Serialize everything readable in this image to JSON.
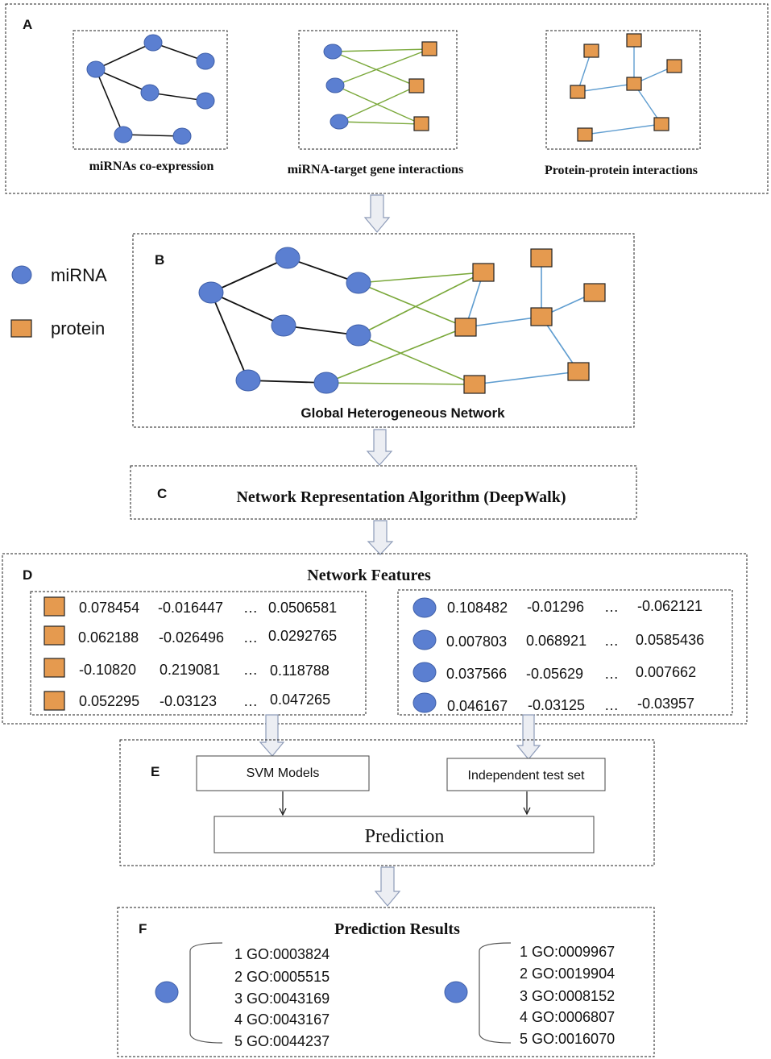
{
  "colors": {
    "mirna_fill": "#5b7fd1",
    "mirna_stroke": "#3f5fa8",
    "protein_fill": "#e59a4f",
    "protein_stroke": "#222222",
    "mirna_mirna_edge": "#111111",
    "mirna_protein_edge": "#7aa83a",
    "protein_protein_edge": "#5f9dd0",
    "arrow_fill": "#eceef3",
    "arrow_stroke": "#8d9bb8"
  },
  "legend": {
    "mirna_label": "miRNA",
    "protein_label": "protein"
  },
  "panelA": {
    "letter": "A",
    "sub1_caption": "miRNAs co-expression",
    "sub2_caption": "miRNA-target gene interactions",
    "sub3_caption": "Protein-protein interactions"
  },
  "panelB": {
    "letter": "B",
    "caption": "Global Heterogeneous Network"
  },
  "panelC": {
    "letter": "C",
    "title": "Network Representation Algorithm (DeepWalk)"
  },
  "panelD": {
    "letter": "D",
    "title": "Network Features",
    "protein_rows": [
      [
        "0.078454",
        "-0.016447",
        "…",
        "0.0506581"
      ],
      [
        "0.062188",
        "-0.026496",
        "…",
        "0.0292765"
      ],
      [
        "-0.10820",
        "0.219081",
        "…",
        "0.118788"
      ],
      [
        "0.052295",
        "-0.03123",
        "…",
        "0.047265"
      ]
    ],
    "mirna_rows": [
      [
        "0.108482",
        "-0.01296",
        "…",
        "-0.062121"
      ],
      [
        "0.007803",
        "0.068921",
        "…",
        "0.0585436"
      ],
      [
        "0.037566",
        "-0.05629",
        "…",
        "0.007662"
      ],
      [
        "0.046167",
        "-0.03125",
        "…",
        "-0.03957"
      ]
    ]
  },
  "panelE": {
    "letter": "E",
    "svm_label": "SVM Models",
    "test_label": "Independent test set",
    "prediction_label": "Prediction"
  },
  "panelF": {
    "letter": "F",
    "title": "Prediction Results",
    "left_list": [
      "1 GO:0003824",
      "2 GO:0005515",
      "3 GO:0043169",
      "4 GO:0043167",
      "5 GO:0044237"
    ],
    "right_list": [
      "1 GO:0009967",
      "2 GO:0019904",
      "3 GO:0008152",
      "4 GO:0006807",
      "5 GO:0016070"
    ]
  }
}
